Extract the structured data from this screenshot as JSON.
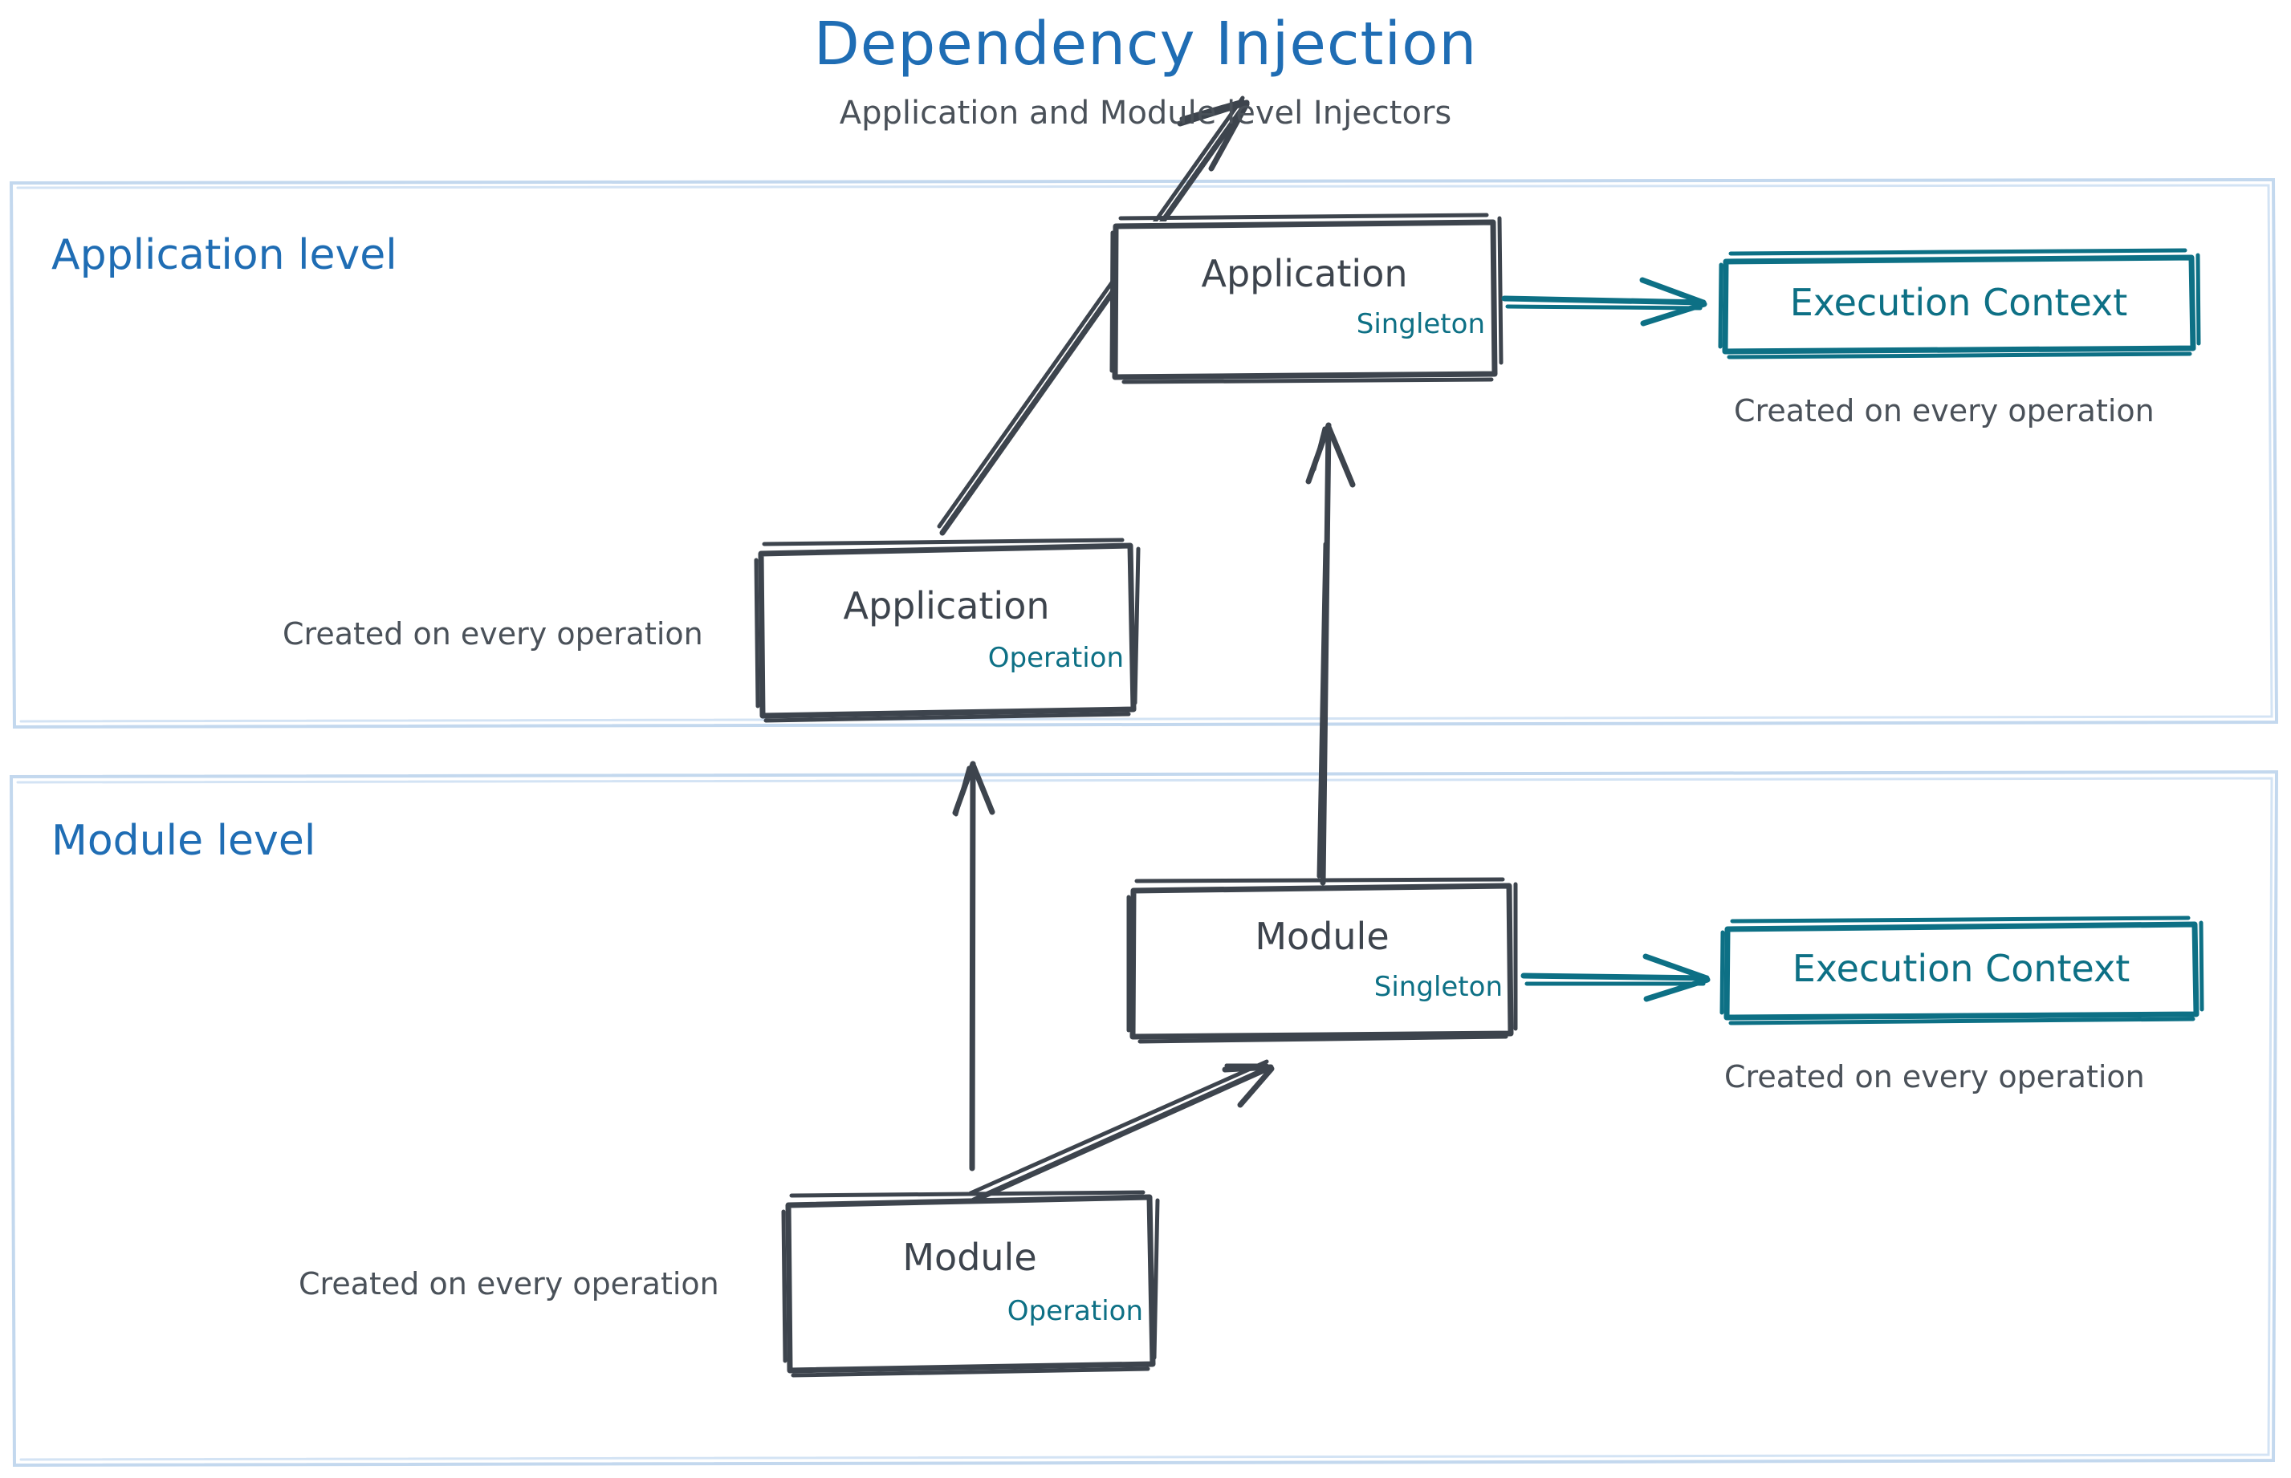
{
  "header": {
    "title": "Dependency Injection",
    "subtitle": "Application and Module level Injectors",
    "title_color": "#1f6db4",
    "subtitle_color": "#4a5159"
  },
  "colors": {
    "accent_blue": "#1f6db4",
    "panel_border": "#c3d8ee",
    "ink_dark": "#3d444d",
    "teal": "#0d7085",
    "caption_gray": "#4a5159"
  },
  "panels": [
    {
      "id": "application-level",
      "label": "Application level"
    },
    {
      "id": "module-level",
      "label": "Module level"
    }
  ],
  "boxes": {
    "app_singleton": {
      "title": "Application",
      "scope": "Singleton"
    },
    "app_operation": {
      "title": "Application",
      "scope": "Operation"
    },
    "mod_singleton": {
      "title": "Module",
      "scope": "Singleton"
    },
    "mod_operation": {
      "title": "Module",
      "scope": "Operation"
    },
    "ec_application": {
      "title": "Execution Context"
    },
    "ec_module": {
      "title": "Execution Context"
    }
  },
  "captions": {
    "app_operation": "Created on every operation",
    "mod_operation": "Created on every operation",
    "ec_application": "Created on every operation",
    "ec_module": "Created on every operation"
  }
}
